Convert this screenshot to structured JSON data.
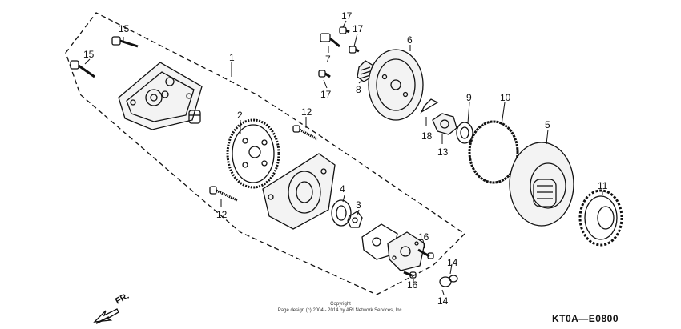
{
  "diagram": {
    "code": "KT0A—E0800",
    "copyright_line1": "Copyright",
    "copyright_line2": "Page design (c) 2004 - 2014 by ARI Network Services, Inc.",
    "direction_label": "FR.",
    "callouts": [
      "1",
      "2",
      "3",
      "4",
      "5",
      "6",
      "7",
      "8",
      "9",
      "10",
      "11",
      "12",
      "12",
      "13",
      "14",
      "14",
      "15",
      "15",
      "16",
      "16",
      "17",
      "17",
      "17",
      "18"
    ]
  },
  "colors": {
    "line": "#111111",
    "background": "#ffffff"
  }
}
